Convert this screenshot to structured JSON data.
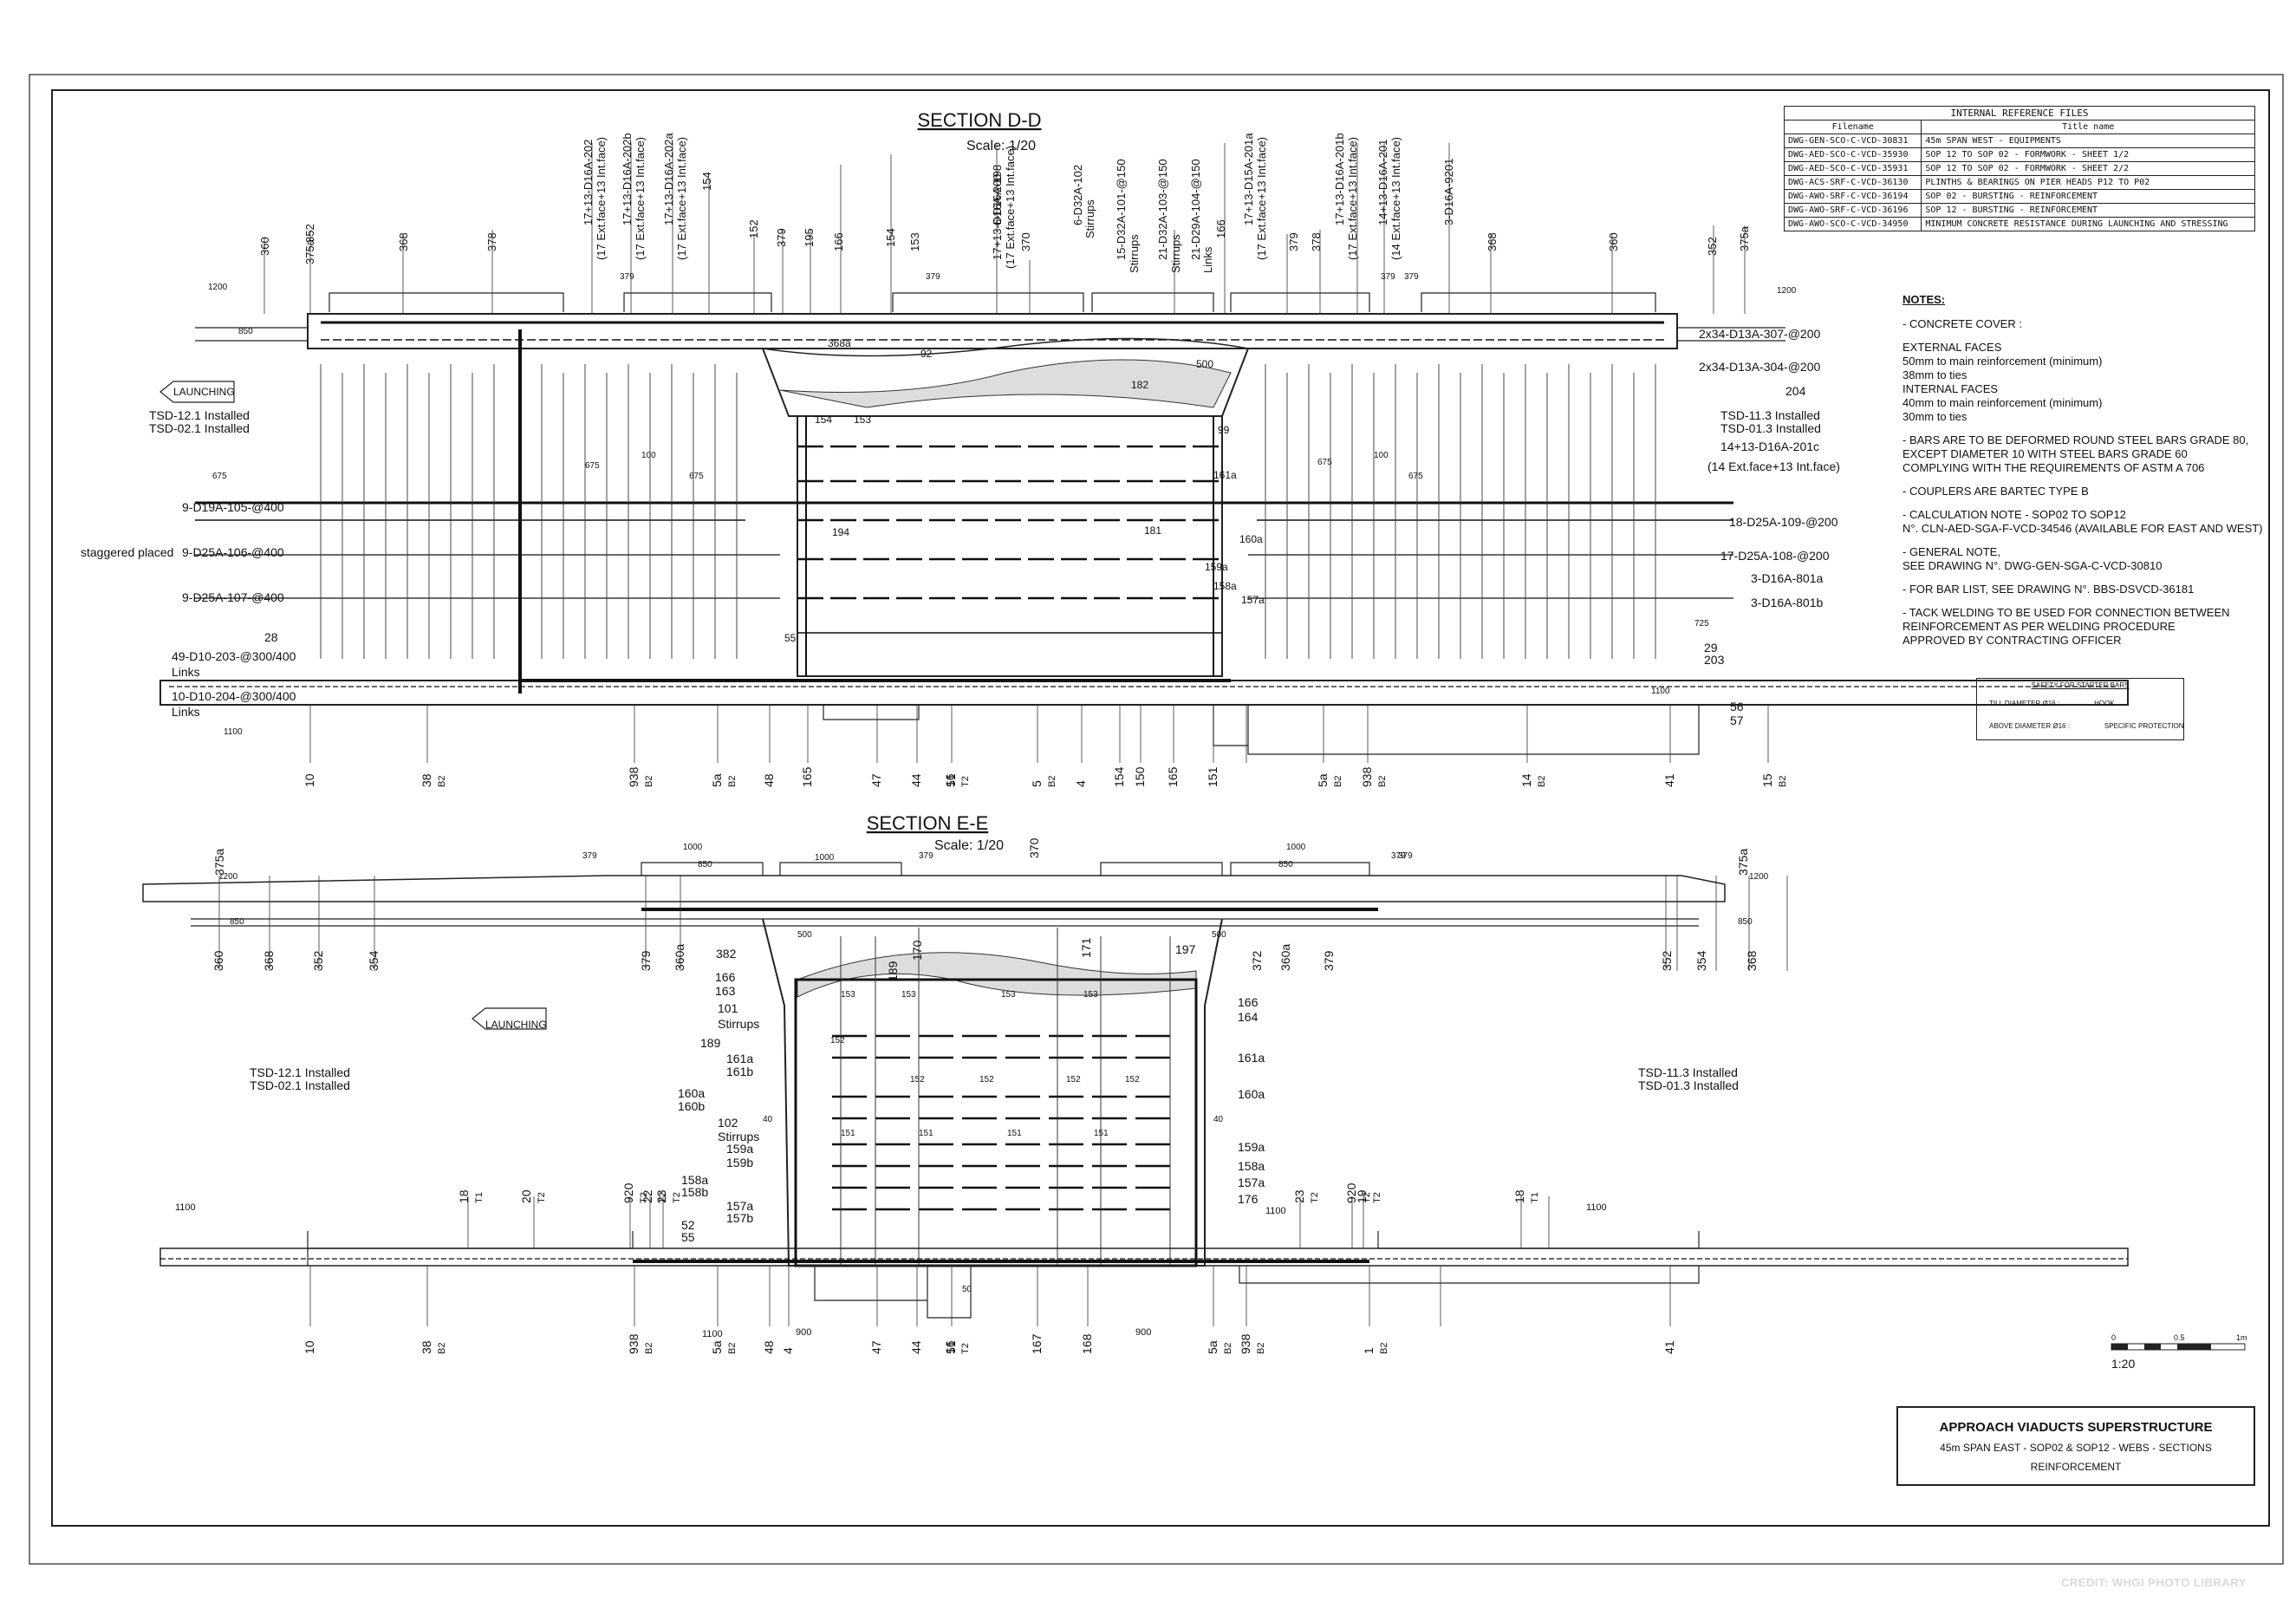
{
  "reference_table": {
    "caption": "INTERNAL REFERENCE FILES",
    "columns": [
      "Filename",
      "Title name"
    ],
    "rows": [
      [
        "DWG-GEN-SCO-C-VCD-30831",
        "45m SPAN WEST - EQUIPMENTS"
      ],
      [
        "DWG-AED-SCO-C-VCD-35930",
        "SOP 12 TO SOP 02 - FORMWORK - SHEET 1/2"
      ],
      [
        "DWG-AED-SCO-C-VCD-35931",
        "SOP 12 TO SOP 02 - FORMWORK - SHEET 2/2"
      ],
      [
        "DWG-ACS-SRF-C-VCD-36130",
        "PLINTHS & BEARINGS ON PIER HEADS P12 TO P02"
      ],
      [
        "DWG-AWO-SRF-C-VCD-36194",
        "SOP 02 - BURSTING - REINFORCEMENT"
      ],
      [
        "DWG-AWO-SRF-C-VCD-36196",
        "SOP 12 - BURSTING - REINFORCEMENT"
      ],
      [
        "DWG-AWO-SCO-C-VCD-34950",
        "MINIMUM CONCRETE RESISTANCE DURING LAUNCHING AND STRESSING"
      ]
    ]
  },
  "notes": {
    "heading": "NOTES:",
    "items": [
      "- CONCRETE COVER :",
      "EXTERNAL FACES\n   50mm to main reinforcement (minimum)\n   38mm to ties\nINTERNAL FACES\n   40mm to main reinforcement (minimum)\n   30mm to ties",
      "- BARS ARE TO BE DEFORMED ROUND STEEL BARS GRADE 80,\n  EXCEPT DIAMETER 10 WITH STEEL BARS GRADE 60\n  COMPLYING WITH THE REQUIREMENTS OF ASTM A 706",
      "- COUPLERS ARE BARTEC TYPE B",
      "- CALCULATION NOTE - SOP02 TO SOP12\nN°. CLN-AED-SGA-F-VCD-34546 (AVAILABLE FOR EAST AND WEST)",
      "- GENERAL NOTE,\n  SEE DRAWING N°. DWG-GEN-SGA-C-VCD-30810",
      "- FOR BAR LIST, SEE DRAWING N°. BBS-DSVCD-36181",
      "- TACK WELDING TO BE USED FOR CONNECTION BETWEEN\n  REINFORCEMENT AS PER WELDING PROCEDURE\n  APPROVED BY CONTRACTING OFFICER"
    ]
  },
  "safety_box": {
    "title": "SAFETY FOR STARTER BARS",
    "row1_label": "TILL DIAMETER  Ø16 :",
    "row1_value": "HOOK",
    "row2_label": "ABOVE DIAMETER  Ø16 :",
    "row2_value": "SPECIFIC PROTECTION"
  },
  "title_block": {
    "title": "APPROACH VIADUCTS SUPERSTRUCTURE",
    "subtitle": "45m SPAN EAST - SOP02 & SOP12 - WEBS - SECTIONS",
    "subtitle2": "REINFORCEMENT"
  },
  "scale_bar": {
    "label": "1:20",
    "ticks": [
      "0",
      "0.5",
      "1m"
    ]
  },
  "credit": "CREDIT: WHGI PHOTO LIBRARY",
  "section_dd": {
    "title": "SECTION  D-D",
    "scale": "Scale: 1/20",
    "launching": "LAUNCHING",
    "tsd_left": [
      "TSD-12.1 Installed",
      "TSD-02.1 Installed"
    ],
    "tsd_right": [
      "TSD-11.3 Installed",
      "TSD-01.3 Installed"
    ],
    "top_marks": [
      "360",
      "375a",
      "352",
      "368",
      "378",
      "17+13-D16A-202",
      "(17 Ext.face+13 Int.face)",
      "17+13-D16A-202b",
      "(17 Ext.face+13 Int.face)",
      "17+13-D16A-202a",
      "(17 Ext.face+13 Int.face)",
      "154",
      "152",
      "379",
      "195",
      "166",
      "154",
      "153",
      "6-D16A-198",
      "17+13-D16A-200",
      "(17 Ext.face+13 Int.face)",
      "370",
      "6-D32A-102",
      "Stirrups",
      "15-D32A-101-@150",
      "Stirrups",
      "21-D32A-103-@150",
      "Stirrups",
      "21-D29A-104-@150",
      "Links",
      "166",
      "17+13-D15A-201a",
      "(17 Ext.face+13 Int.face)",
      "379",
      "378",
      "17+13-D16A-201b",
      "(17 Ext.face+13 Int.face)",
      "14+13-D16A-201",
      "(14 Ext.face+13 Int.face)",
      "3-D16A-9201",
      "368",
      "360",
      "352",
      "375a"
    ],
    "left_labels": [
      "9-D19A-105-@400",
      "staggered placed",
      "9-D25A-106-@400",
      "9-D25A-107-@400",
      "28",
      "49-D10-203-@300/400",
      "Links",
      "10-D10-204-@300/400",
      "Links"
    ],
    "right_labels": [
      "2x34-D13A-307-@200",
      "2x34-D13A-304-@200",
      "204",
      "14+13-D16A-201c",
      "(14 Ext.face+13 Int.face)",
      "18-D25A-109-@200",
      "17-D25A-108-@200",
      "3-D16A-801a",
      "3-D16A-801b",
      "29",
      "203",
      "56",
      "57"
    ],
    "inner_labels": [
      "368a",
      "182",
      "194",
      "161a",
      "181",
      "160a",
      "159a",
      "158a",
      "157a",
      "55",
      "92",
      "99",
      "500",
      "154",
      "153"
    ],
    "dims": [
      "1200",
      "850",
      "675",
      "675",
      "100",
      "675",
      "675",
      "100",
      "675",
      "1100",
      "1200",
      "1100",
      "725",
      "379",
      "379",
      "379",
      "379"
    ],
    "bottom_marks": [
      [
        "10",
        ""
      ],
      [
        "38",
        "B2"
      ],
      [
        "938",
        "B2"
      ],
      [
        "5a",
        "B2"
      ],
      [
        "48",
        ""
      ],
      [
        "165",
        ""
      ],
      [
        "47",
        ""
      ],
      [
        "44",
        ""
      ],
      [
        "51",
        ""
      ],
      [
        "16",
        "T2"
      ],
      [
        "5",
        "B2"
      ],
      [
        "4",
        ""
      ],
      [
        "154",
        ""
      ],
      [
        "150",
        ""
      ],
      [
        "165",
        ""
      ],
      [
        "151",
        ""
      ],
      [
        "5a",
        "B2"
      ],
      [
        "938",
        "B2"
      ],
      [
        "14",
        "B2"
      ],
      [
        "41",
        ""
      ],
      [
        "15",
        "B2"
      ]
    ]
  },
  "section_ee": {
    "title": "SECTION  E-E",
    "scale": "Scale: 1/20",
    "launching": "LAUNCHING",
    "tsd_left": [
      "TSD-12.1 Installed",
      "TSD-02.1 Installed"
    ],
    "tsd_right": [
      "TSD-11.3 Installed",
      "TSD-01.3 Installed"
    ],
    "top_marks": [
      "375a",
      "370",
      "375a"
    ],
    "top_dims": [
      "1000",
      "850",
      "1000",
      "1000",
      "850",
      "1200",
      "1200",
      "850",
      "850",
      "500",
      "500",
      "379",
      "379",
      "379",
      "379"
    ],
    "row_marks": [
      "360",
      "368",
      "352",
      "354",
      "379",
      "360a",
      "382",
      "189",
      "170",
      "171",
      "197",
      "372",
      "360a",
      "379",
      "352",
      "354",
      "368"
    ],
    "left_labels": [
      "166",
      "163",
      "101",
      "Stirrups",
      "189",
      "161a",
      "161b",
      "160a",
      "160b",
      "102",
      "Stirrups",
      "159a",
      "159b",
      "158a",
      "158b",
      "157a",
      "157b",
      "55",
      "52"
    ],
    "right_labels": [
      "166",
      "164",
      "161a",
      "160a",
      "159a",
      "158a",
      "157a",
      "176"
    ],
    "inner_labels": [
      "153",
      "153",
      "153",
      "153",
      "152",
      "152",
      "152",
      "152",
      "152",
      "151",
      "151",
      "151",
      "151",
      "40",
      "40",
      "50"
    ],
    "upper_marks": [
      [
        "18",
        "T1"
      ],
      [
        "20",
        "T2"
      ],
      [
        "920",
        "T2"
      ],
      [
        "22",
        "T2"
      ],
      [
        "23",
        "T2"
      ],
      [
        "23",
        "T2"
      ],
      [
        "920",
        "T2"
      ],
      [
        "19",
        "T2"
      ],
      [
        "18",
        "T1"
      ]
    ],
    "dims": [
      "1100",
      "1100",
      "1100",
      "1100",
      "900",
      "900"
    ],
    "bottom_marks": [
      [
        "10",
        ""
      ],
      [
        "38",
        "B2"
      ],
      [
        "938",
        "B2"
      ],
      [
        "5a",
        "B2"
      ],
      [
        "48",
        ""
      ],
      [
        "4",
        ""
      ],
      [
        "47",
        ""
      ],
      [
        "44",
        ""
      ],
      [
        "51",
        ""
      ],
      [
        "16",
        "T2"
      ],
      [
        "167",
        ""
      ],
      [
        "168",
        ""
      ],
      [
        "5a",
        "B2"
      ],
      [
        "938",
        "B2"
      ],
      [
        "1",
        "B2"
      ],
      [
        "41",
        ""
      ]
    ]
  }
}
